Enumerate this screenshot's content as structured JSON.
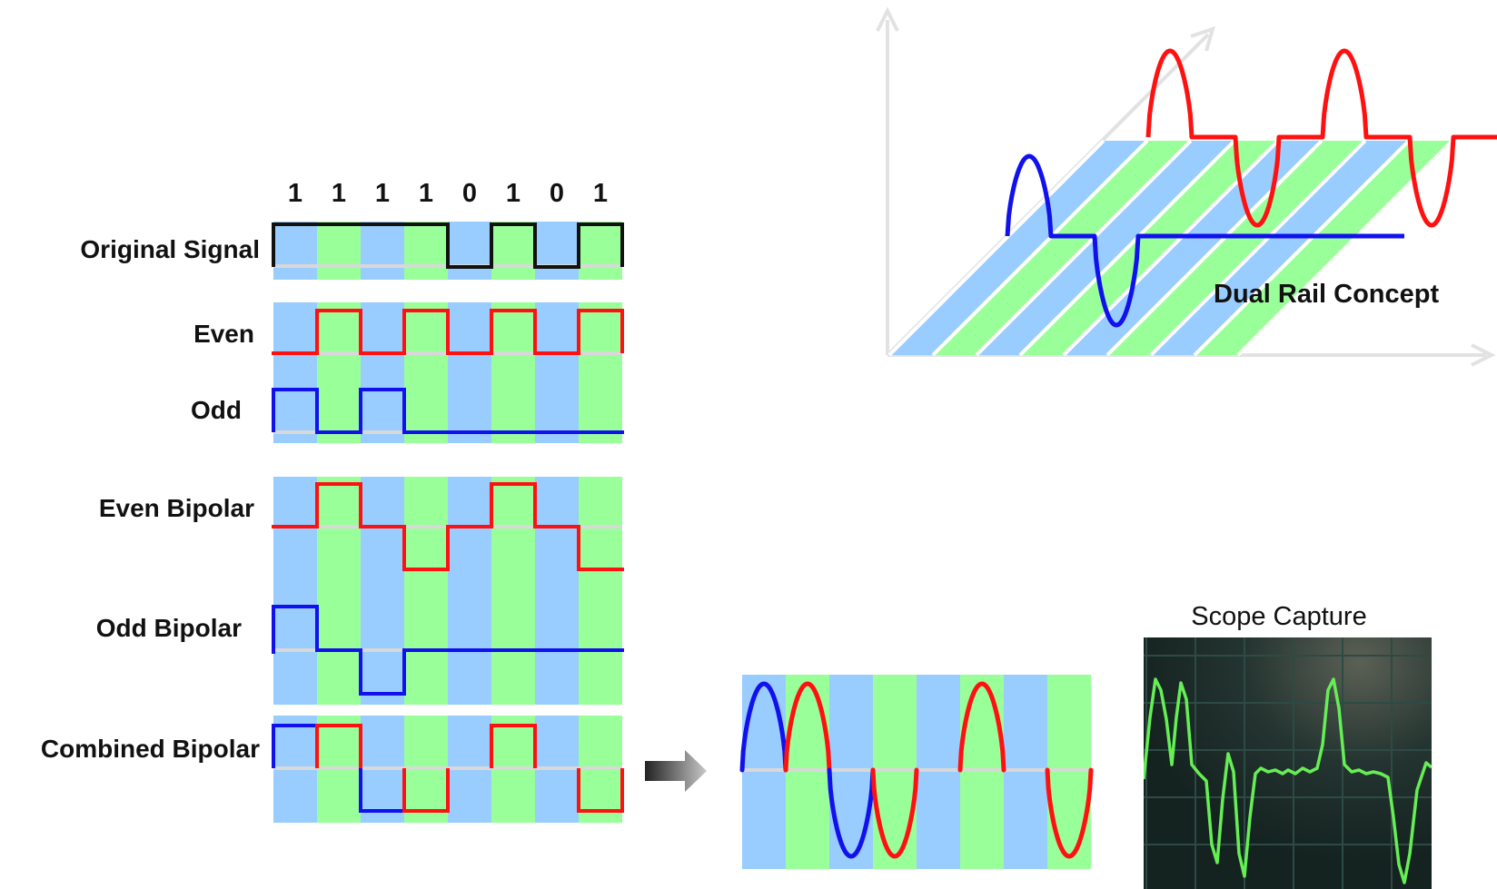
{
  "bits": [
    "1",
    "1",
    "1",
    "1",
    "0",
    "1",
    "0",
    "1"
  ],
  "labels": {
    "original": "Original Signal",
    "even": "Even",
    "odd": "Odd",
    "even_bipolar": "Even Bipolar",
    "odd_bipolar": "Odd Bipolar",
    "combined_bipolar": "Combined Bipolar"
  },
  "dual_rail_title": "Dual Rail Concept",
  "scope_title": "Scope Capture",
  "colors": {
    "blue_band": "#99ccff",
    "green_band": "#99ff99",
    "even_trace": "#ff1111",
    "odd_trace": "#1111ee",
    "original_trace": "#111111",
    "baseline": "#d8d8d8",
    "axis": "#e2e2e2",
    "scope_bg": "#1a2a26",
    "scope_trace": "#66ee55"
  },
  "waveforms": {
    "original": [
      1,
      1,
      1,
      1,
      0,
      1,
      0,
      1
    ],
    "even": [
      0,
      1,
      0,
      1,
      0,
      1,
      0,
      1
    ],
    "odd": [
      1,
      0,
      1,
      0,
      0,
      0,
      0,
      0
    ],
    "even_bipolar": [
      0,
      1,
      0,
      -1,
      0,
      1,
      0,
      -1
    ],
    "odd_bipolar": [
      1,
      0,
      -1,
      0,
      0,
      0,
      0,
      0
    ],
    "combined_bipolar": [
      {
        "rail": "odd",
        "level": 1
      },
      {
        "rail": "even",
        "level": 1
      },
      {
        "rail": "odd",
        "level": -1
      },
      {
        "rail": "even",
        "level": -1
      },
      {
        "rail": "none",
        "level": 0
      },
      {
        "rail": "even",
        "level": 1
      },
      {
        "rail": "none",
        "level": 0
      },
      {
        "rail": "even",
        "level": -1
      }
    ]
  },
  "arrow_icon": "right-arrow-icon"
}
